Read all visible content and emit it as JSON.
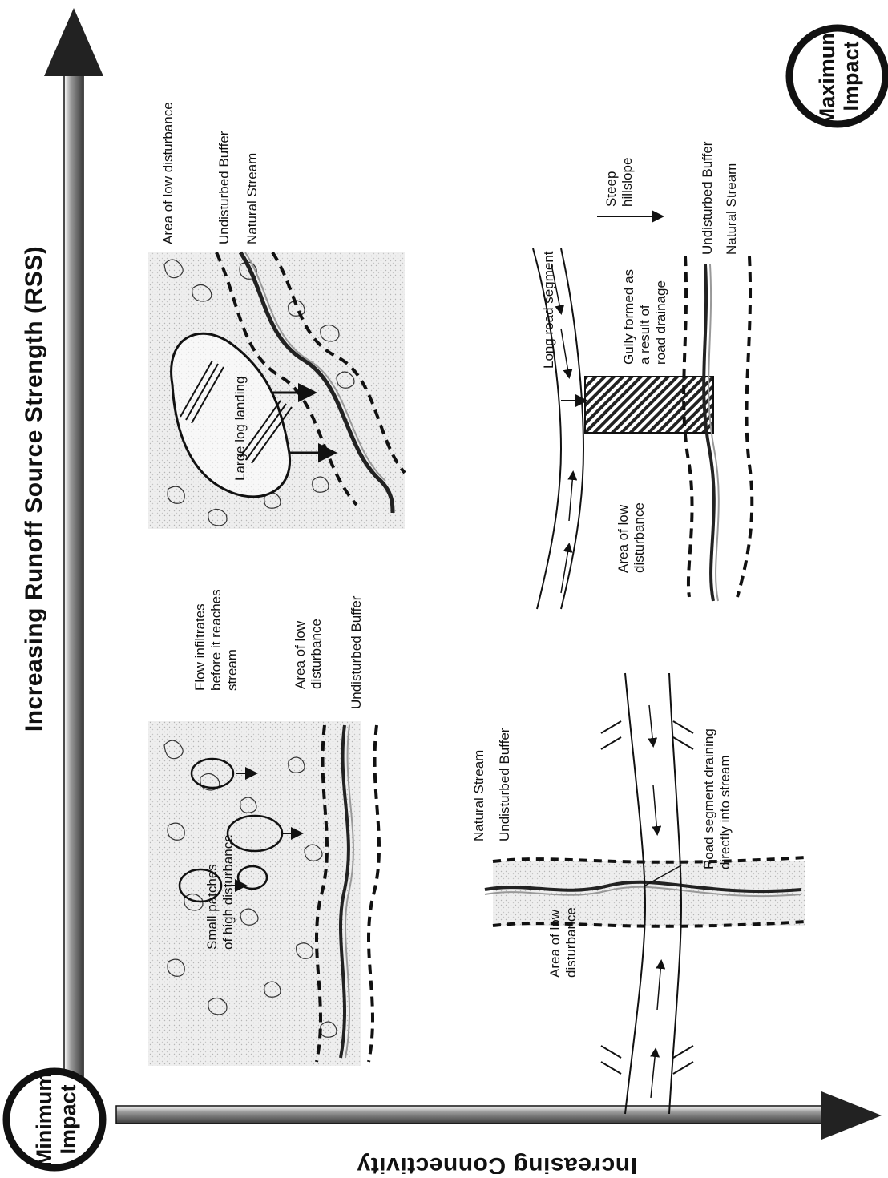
{
  "axes": {
    "y_title": "Increasing Runoff Source Strength (RSS)",
    "x_title": "Increasing Connectivity"
  },
  "corners": {
    "min_line1": "Minimum",
    "min_line2": "Impact",
    "max_line1": "Maximum",
    "max_line2": "Impact"
  },
  "panel_low_rss_low_conn": {
    "patches_line1": "Small patches",
    "patches_line2": "of high disturbance",
    "flow_line1": "Flow infiltrates",
    "flow_line2": "before it reaches",
    "flow_line3": "stream",
    "area_line1": "Area of low",
    "area_line2": "disturbance",
    "buffer": "Undisturbed Buffer"
  },
  "panel_high_rss_low_conn": {
    "area": "Area of low disturbance",
    "buffer": "Undisturbed Buffer",
    "stream": "Natural Stream",
    "landing": "Large log landing"
  },
  "panel_low_rss_high_conn": {
    "stream": "Natural Stream",
    "buffer": "Undisturbed Buffer",
    "road_line1": "Road segment draining",
    "road_line2": "directly into stream",
    "area_line1": "Area of low",
    "area_line2": "disturbance"
  },
  "panel_high_rss_high_conn": {
    "road": "Long road segment",
    "gully_line1": "Gully formed as",
    "gully_line2": "a result of",
    "gully_line3": "road drainage",
    "slope_line1": "Steep",
    "slope_line2": "hillslope",
    "buffer": "Undisturbed Buffer",
    "stream": "Natural Stream",
    "area_line1": "Area of low",
    "area_line2": "disturbance"
  }
}
